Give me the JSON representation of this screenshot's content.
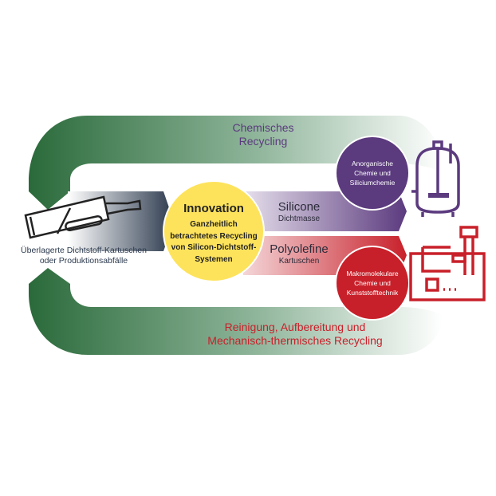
{
  "top_loop": {
    "label_line1": "Chemisches",
    "label_line2": "Recycling"
  },
  "bottom_loop": {
    "label_line1": "Reinigung, Aufbereitung und",
    "label_line2": "Mechanisch-thermisches Recycling"
  },
  "source": {
    "line1": "Überlagerte Dichtstoff-Kartuschen",
    "line2": "oder Produktionsabfälle",
    "icon": "cartridge-icon"
  },
  "innovation": {
    "title": "Innovation",
    "line1": "Ganzheitlich",
    "line2": "betrachtetes Recycling",
    "line3": "von Silicon-Dichtstoff-",
    "line4": "Systemen"
  },
  "silicone": {
    "title": "Silicone",
    "sub": "Dichtmasse"
  },
  "polyolefine": {
    "title": "Polyolefine",
    "sub": "Kartuschen"
  },
  "chem_circle": {
    "line1": "Anorganische",
    "line2": "Chemie und",
    "line3": "Siliciumchemie",
    "icon": "reactor-icon"
  },
  "macro_circle": {
    "line1": "Makromolekulare",
    "line2": "Chemie und",
    "line3": "Kunststofftechnik",
    "icon": "injection-molding-machine-icon"
  },
  "colors": {
    "green": "#2e6b3e",
    "purple": "#5b3a7e",
    "red": "#c8202a",
    "yellow": "#fde35c",
    "navy": "#2c3a4e",
    "chem_text": "#5b3a7e",
    "mech_text": "#c8202a"
  }
}
